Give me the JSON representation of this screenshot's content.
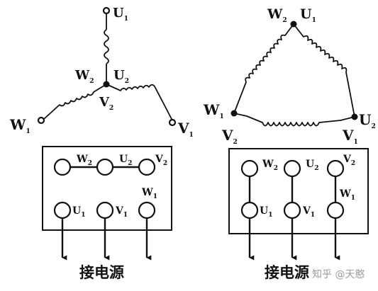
{
  "star": {
    "top_terminal": {
      "main": "U",
      "sub": "1"
    },
    "center_left": {
      "main": "W",
      "sub": "2"
    },
    "center_right": {
      "main": "U",
      "sub": "2"
    },
    "center_bottom": {
      "main": "V",
      "sub": "2"
    },
    "left_terminal": {
      "main": "W",
      "sub": "1"
    },
    "right_terminal": {
      "main": "V",
      "sub": "1"
    },
    "board": {
      "top_labels": [
        {
          "main": "W",
          "sub": "2"
        },
        {
          "main": "U",
          "sub": "2"
        },
        {
          "main": "V",
          "sub": "2"
        }
      ],
      "bottom_labels": [
        {
          "main": "U",
          "sub": "1"
        },
        {
          "main": "V",
          "sub": "1"
        },
        {
          "main": "W",
          "sub": "1"
        }
      ]
    },
    "caption": "接电源"
  },
  "delta": {
    "top_left": {
      "main": "W",
      "sub": "2"
    },
    "top_right": {
      "main": "U",
      "sub": "1"
    },
    "left_top": {
      "main": "W",
      "sub": "1"
    },
    "left_bottom": {
      "main": "V",
      "sub": "2"
    },
    "right_top": {
      "main": "U",
      "sub": "2"
    },
    "right_bottom": {
      "main": "V",
      "sub": "1"
    },
    "board": {
      "top_labels": [
        {
          "main": "W",
          "sub": "2"
        },
        {
          "main": "U",
          "sub": "2"
        },
        {
          "main": "V",
          "sub": "2"
        }
      ],
      "bottom_labels": [
        {
          "main": "U",
          "sub": "1"
        },
        {
          "main": "V",
          "sub": "1"
        },
        {
          "main": "W",
          "sub": "1"
        }
      ]
    },
    "caption": "接电源"
  },
  "watermark": "知乎 @天憨"
}
